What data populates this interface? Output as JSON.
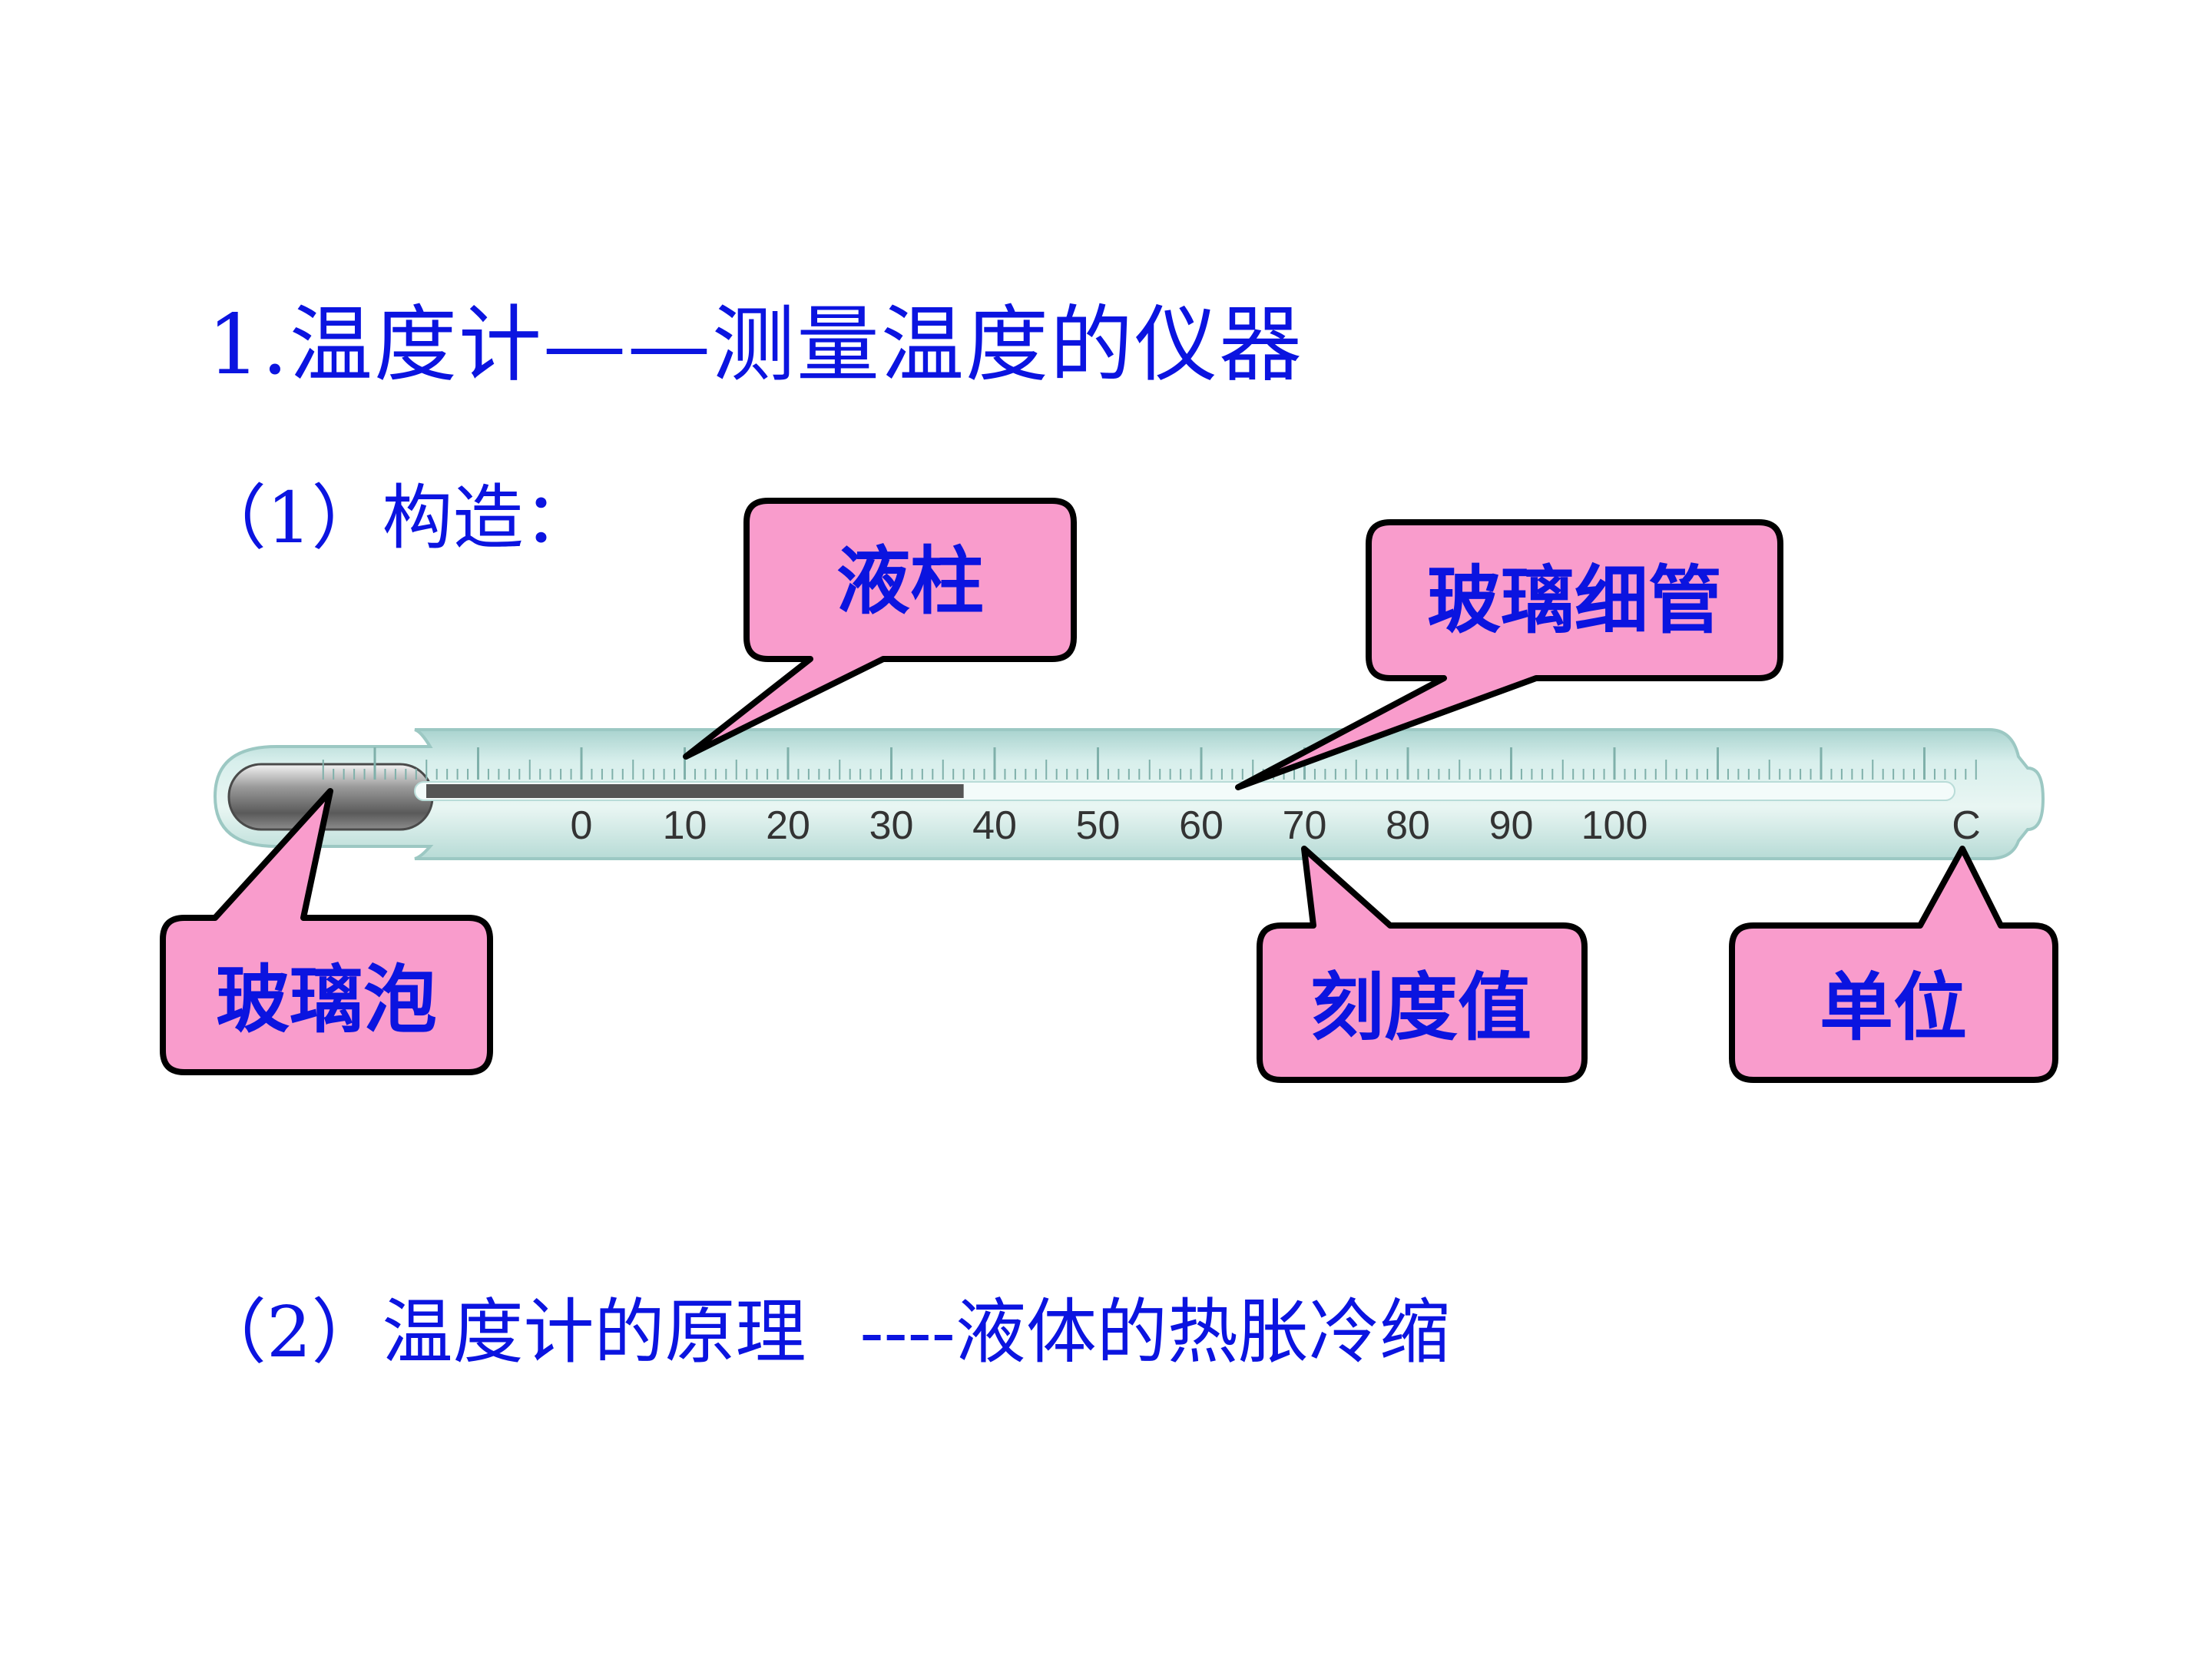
{
  "heading": "1.温度计——测量温度的仪器",
  "section1": {
    "label": "（1）构造："
  },
  "section2": {
    "label": "（2）温度计的原理",
    "principle": "----液体的热胀冷缩"
  },
  "thermometer": {
    "scale_labels": [
      "0",
      "10",
      "20",
      "30",
      "40",
      "50",
      "60",
      "70",
      "80",
      "90",
      "100"
    ],
    "unit": "C",
    "liquid_level": 37
  },
  "callouts": {
    "liquid_column": "液柱",
    "glass_tube": "玻璃细管",
    "glass_bulb": "玻璃泡",
    "scale_value": "刻度值",
    "unit": "单位"
  },
  "colors": {
    "text": "#0b14e0",
    "callout_fill": "#f99ccc",
    "tube": "#cfe9e6",
    "liquid": "#555555"
  }
}
